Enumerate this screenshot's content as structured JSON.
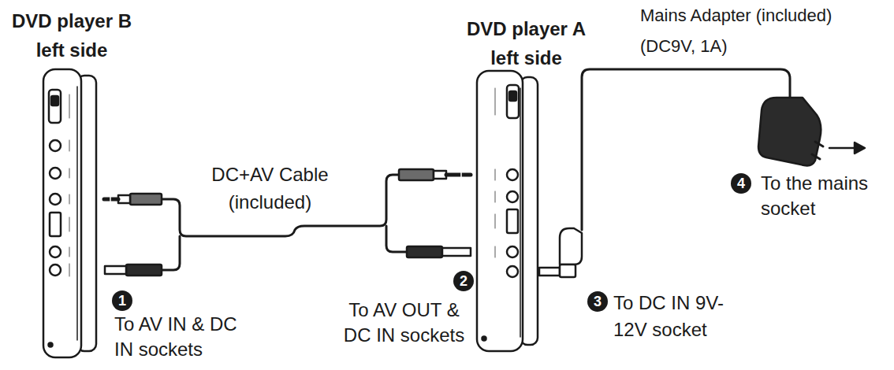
{
  "diagram": {
    "labels": [
      "DVD player B left side",
      "DVD player A left side",
      "Mains Adapter (included)",
      "(DC9V, 1A)",
      "DC+AV Cable (included)",
      "1",
      "To AV IN & DC IN sockets",
      "2",
      "To AV OUT & DC IN sockets",
      "3",
      "To DC IN 9V-12V socket",
      "4",
      "To the mains socket"
    ]
  }
}
